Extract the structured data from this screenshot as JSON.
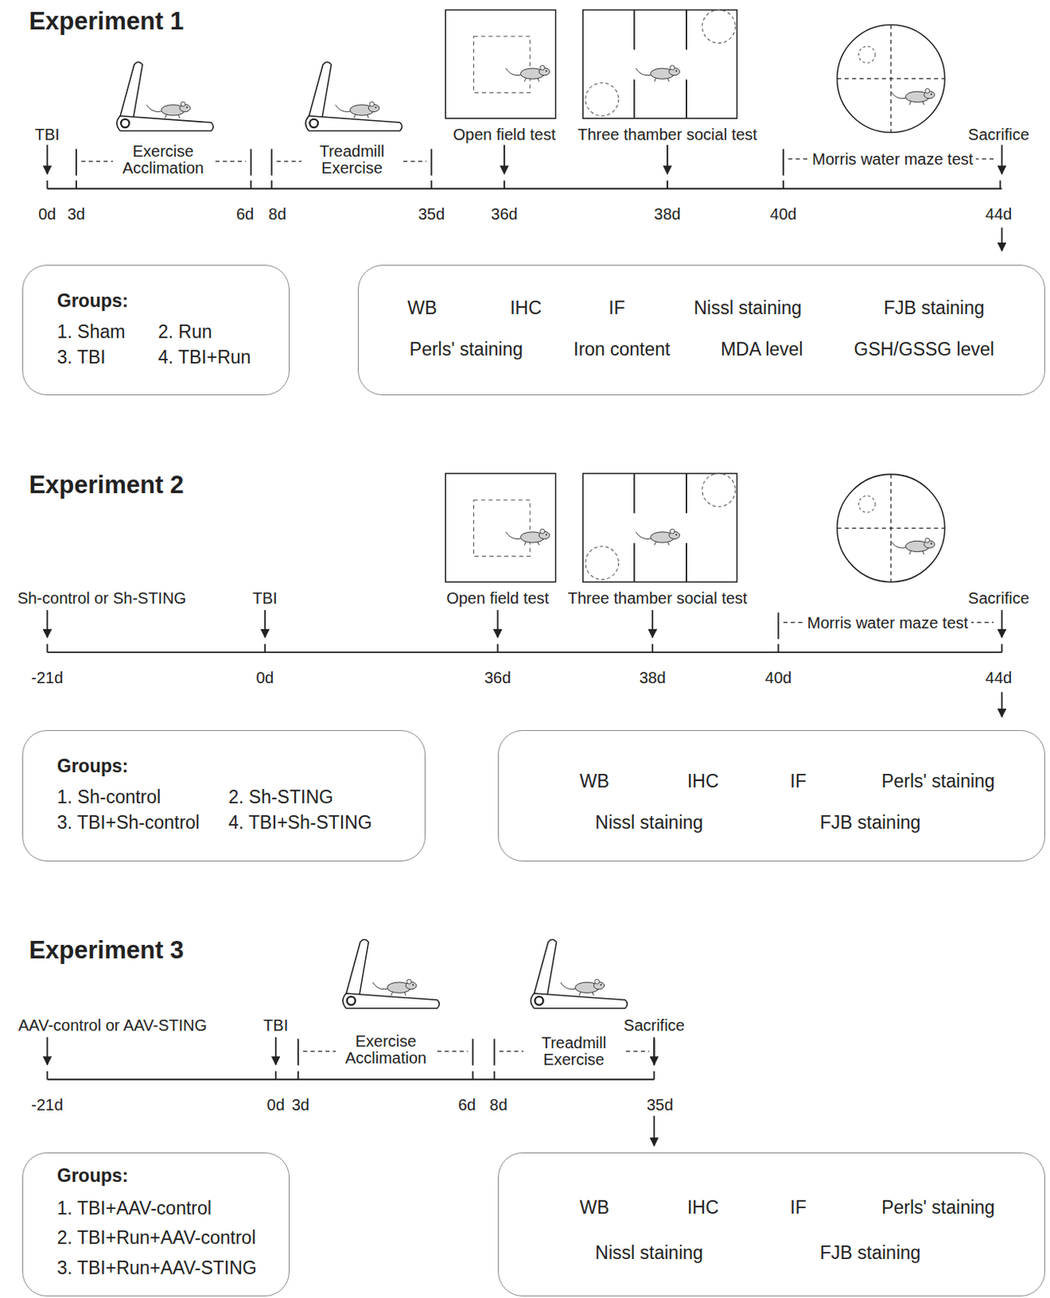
{
  "diagram": {
    "nodes": [
      {
        "text": [
          "Groups:",
          "1. Sham",
          "2. Run",
          "3. TBI",
          "4. TBI+Run"
        ]
      },
      {
        "text": [
          "WB",
          "IHC",
          "IF",
          "Nissl staining",
          "FJB staining",
          "Perls' staining",
          "Iron content",
          "MDA level",
          "GSH/GSSG level"
        ]
      },
      {
        "text": [
          "Groups:",
          "1. Sh-control",
          "2. Sh-STING",
          "3. TBI+Sh-control",
          "4. TBI+Sh-STING"
        ]
      },
      {
        "text": [
          "WB",
          "IHC",
          "IF",
          "Perls' staining",
          "Nissl staining",
          "FJB staining"
        ]
      },
      {
        "text": [
          "Groups:",
          "1. TBI+AAV-control",
          "2. TBI+Run+AAV-control",
          "3. TBI+Run+AAV-STING"
        ]
      },
      {
        "text": [
          "WB",
          "IHC",
          "IF",
          "Perls' staining",
          "Nissl staining",
          "FJB staining"
        ]
      }
    ],
    "labels": [
      "Experiment 1",
      "TBI",
      "Exercise Acclimation",
      "Treadmill Exercise",
      "Open field test",
      "Three thamber social test",
      "Morris water maze test",
      "Sacrifice",
      "0d",
      "3d",
      "6d",
      "8d",
      "35d",
      "36d",
      "38d",
      "40d",
      "44d",
      "Experiment 2",
      "Sh-control or Sh-STING",
      "TBI",
      "Open field test",
      "Three thamber social test",
      "Morris water maze test",
      "Sacrifice",
      "-21d",
      "0d",
      "36d",
      "38d",
      "40d",
      "44d",
      "Experiment 3",
      "AAV-control or AAV-STING",
      "TBI",
      "Exercise Acclimation",
      "Treadmill Exercise",
      "Sacrifice",
      "-21d",
      "0d",
      "3d",
      "6d",
      "8d",
      "35d"
    ]
  }
}
